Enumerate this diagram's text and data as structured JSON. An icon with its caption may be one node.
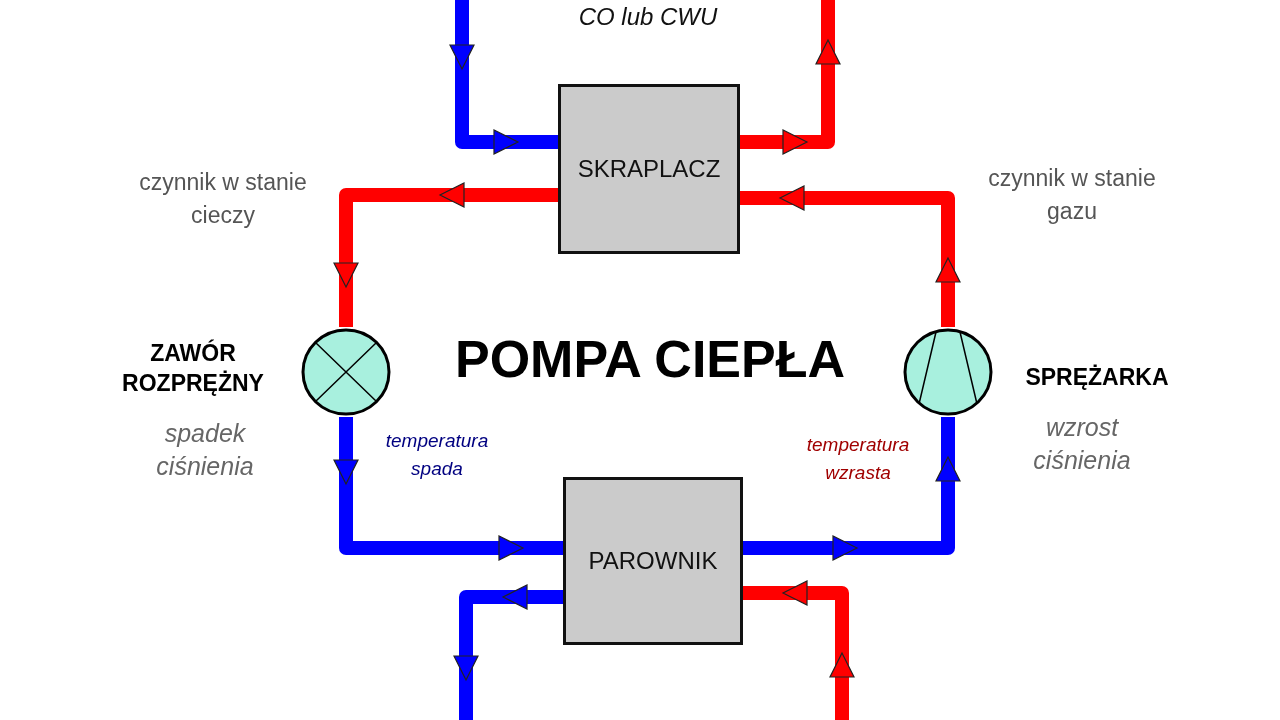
{
  "diagram": {
    "title": "POMPA CIEPŁA",
    "nodes": [
      {
        "text": [
          "SKRAPLACZ"
        ]
      },
      {
        "text": [
          "PAROWNIK"
        ]
      },
      {
        "text": [
          "ZAWÓR ROZPRĘŻNY"
        ],
        "beside": [
          "spadek ciśnienia"
        ]
      },
      {
        "text": [
          "SPRĘŻARKA"
        ],
        "beside": [
          "wzrost ciśnienia"
        ]
      }
    ],
    "edges": [
      {
        "from": null,
        "to": 0,
        "arrow": "to",
        "color": "#0000ff"
      },
      {
        "from": 0,
        "to": null,
        "arrow": "to",
        "color": "#ff0000"
      },
      {
        "from": 0,
        "to": 2,
        "arrow": "to",
        "color": "#ff0000"
      },
      {
        "from": 2,
        "to": 1,
        "arrow": "to",
        "color": "#0000ff"
      },
      {
        "from": 1,
        "to": 3,
        "arrow": "to",
        "color": "#0000ff"
      },
      {
        "from": 3,
        "to": 0,
        "arrow": "to",
        "color": "#ff0000"
      },
      {
        "from": 1,
        "to": null,
        "arrow": "to",
        "color": "#0000ff"
      },
      {
        "from": null,
        "to": 1,
        "arrow": "to",
        "color": "#ff0000"
      }
    ],
    "labels": [
      "CO lub CWU",
      "czynnik w stanie cieczy",
      "czynnik w stanie gazu",
      "temperatura spada",
      "temperatura wzrasta"
    ]
  }
}
